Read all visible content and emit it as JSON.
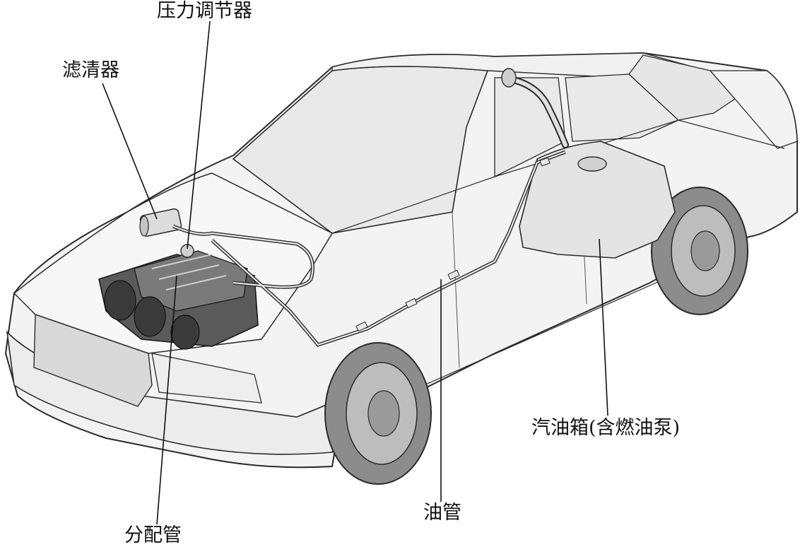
{
  "labels": {
    "pressure_regulator": "压力调节器",
    "filter": "滤清器",
    "distribution_pipe": "分配管",
    "fuel_line": "油管",
    "fuel_tank": "汽油箱(含燃油泵)"
  },
  "colors": {
    "body_line": "#2a2a2a",
    "body_fill": "#f3f3f3",
    "glass_fill": "#e9e9e9",
    "tire_fill": "#8c8c8c",
    "rim_fill": "#bdbdbd",
    "engine_fill": "#5a5a5a",
    "pipe": "#333333"
  }
}
